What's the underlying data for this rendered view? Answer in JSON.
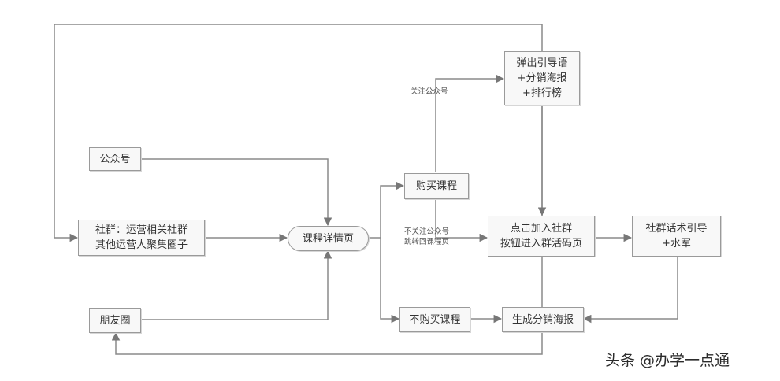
{
  "nodes": {
    "wechat_account": "公众号",
    "community": [
      "社群：运营相关社群",
      "其他运营人聚集圈子"
    ],
    "moments": "朋友圈",
    "course_detail": "课程详情页",
    "buy_course": "购买课程",
    "not_buy_course": "不购买课程",
    "guide_popup": [
      "弹出引导语",
      "+分销海报",
      "+排行榜"
    ],
    "join_group": [
      "点击加入社群",
      "按钮进入群活码页"
    ],
    "group_guide": [
      "社群话术引导",
      "+水军"
    ],
    "generate_poster": "生成分销海报"
  },
  "labels": {
    "follow": "关注公众号",
    "not_follow": [
      "不关注公众号",
      "跳转回课程页"
    ]
  },
  "watermark": "头条 @办学一点通"
}
